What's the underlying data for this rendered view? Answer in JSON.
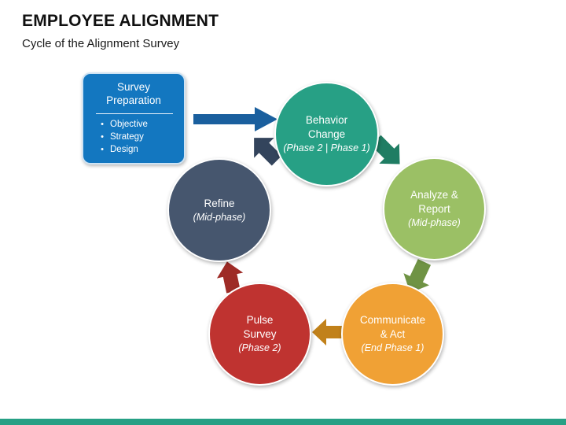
{
  "header": {
    "title": "EMPLOYEE ALIGNMENT",
    "subtitle": "Cycle of the Alignment Survey"
  },
  "prep_box": {
    "title_line1": "Survey",
    "title_line2": "Preparation",
    "bullet_glyph": "•",
    "items": [
      {
        "label": "Objective"
      },
      {
        "label": "Strategy"
      },
      {
        "label": "Design"
      }
    ],
    "fill_color": "#1377c0",
    "border_color": "#cfe3f3"
  },
  "cycle": {
    "nodes": [
      {
        "id": "behavior-change",
        "label_line1": "Behavior",
        "label_line2": "Change",
        "phase": "(Phase 2 | Phase 1)",
        "color": "#27a085"
      },
      {
        "id": "analyze-report",
        "label_line1": "Analyze &",
        "label_line2": "Report",
        "phase": "(Mid-phase)",
        "color": "#9bc065"
      },
      {
        "id": "communicate-act",
        "label_line1": "Communicate",
        "label_line2": "& Act",
        "phase": "(End Phase 1)",
        "color": "#f0a135"
      },
      {
        "id": "pulse-survey",
        "label_line1": "Pulse",
        "label_line2": "Survey",
        "phase": "(Phase 2)",
        "color": "#bf3330"
      },
      {
        "id": "refine",
        "label_line1": "Refine",
        "label_line2": "",
        "phase": "(Mid-phase)",
        "color": "#46566e"
      }
    ],
    "arrows": [
      {
        "id": "prep-to-behavior",
        "color": "#1a5f9e",
        "direction": "right"
      },
      {
        "id": "behavior-to-refine",
        "color": "#33445c",
        "direction": "up-left"
      },
      {
        "id": "behavior-to-analyze",
        "color": "#1f7d63",
        "direction": "down-right"
      },
      {
        "id": "analyze-to-communicate",
        "color": "#6f9344",
        "direction": "down-left"
      },
      {
        "id": "communicate-to-pulse",
        "color": "#c1811a",
        "direction": "left"
      },
      {
        "id": "pulse-to-refine",
        "color": "#9e2b26",
        "direction": "up"
      }
    ]
  },
  "footer": {
    "bar_color": "#27a085"
  }
}
